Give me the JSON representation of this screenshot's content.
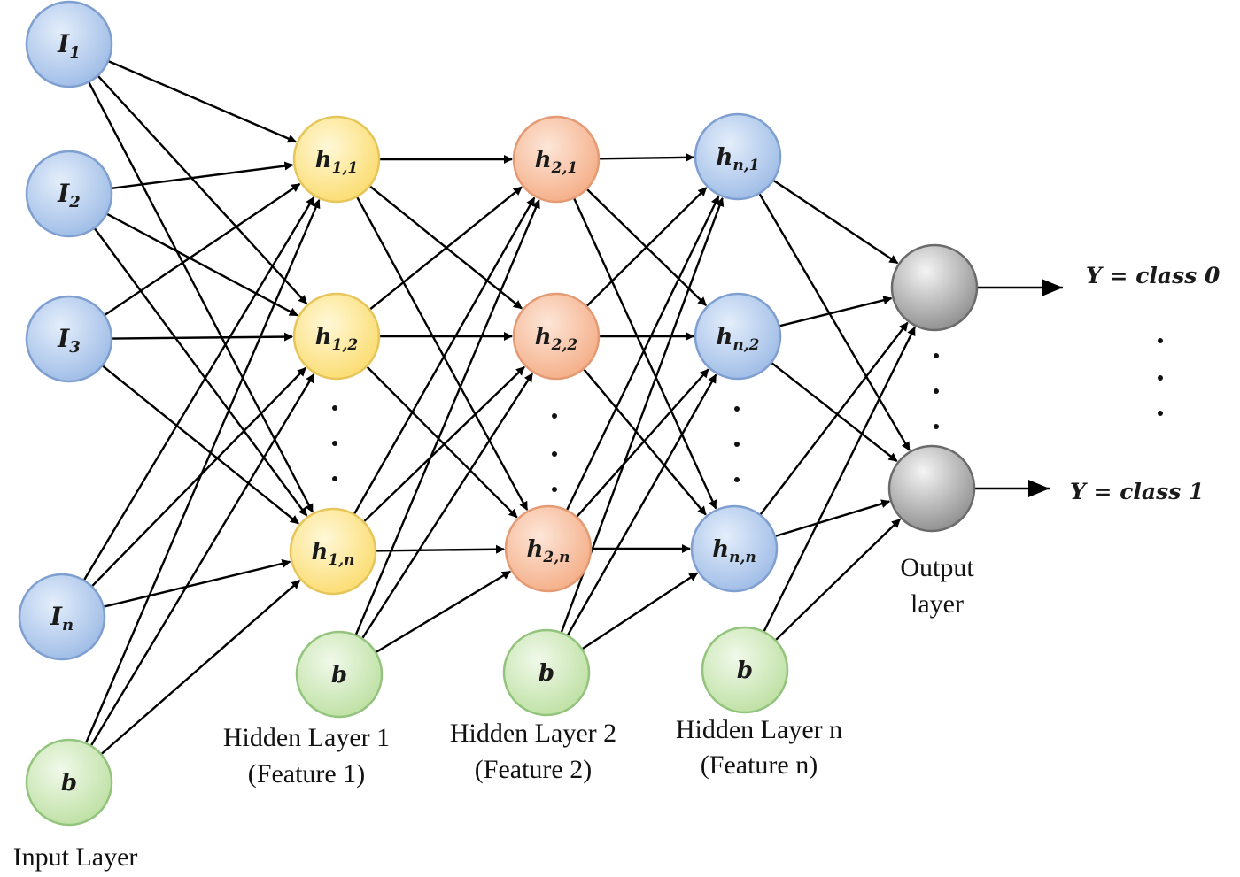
{
  "input_layer": {
    "label": "Input Layer",
    "nodes": [
      {
        "main": "I",
        "sub": "1"
      },
      {
        "main": "I",
        "sub": "2"
      },
      {
        "main": "I",
        "sub": "3"
      },
      {
        "main": "I",
        "sub": "n"
      }
    ],
    "bias": {
      "main": "b",
      "sub": ""
    }
  },
  "hidden_layers": [
    {
      "label_line1": "Hidden Layer 1",
      "label_line2": "(Feature 1)",
      "nodes": [
        {
          "main": "h",
          "sub": "1,1"
        },
        {
          "main": "h",
          "sub": "1,2"
        },
        {
          "main": "h",
          "sub": "1,n"
        }
      ],
      "bias": {
        "main": "b",
        "sub": ""
      }
    },
    {
      "label_line1": "Hidden Layer 2",
      "label_line2": "(Feature 2)",
      "nodes": [
        {
          "main": "h",
          "sub": "2,1"
        },
        {
          "main": "h",
          "sub": "2,2"
        },
        {
          "main": "h",
          "sub": "2,n"
        }
      ],
      "bias": {
        "main": "b",
        "sub": ""
      }
    },
    {
      "label_line1": "Hidden Layer n",
      "label_line2": "(Feature n)",
      "nodes": [
        {
          "main": "h",
          "sub": "n,1"
        },
        {
          "main": "h",
          "sub": "n,2"
        },
        {
          "main": "h",
          "sub": "n,n"
        }
      ],
      "bias": {
        "main": "b",
        "sub": ""
      }
    }
  ],
  "output_layer": {
    "label_line1": "Output",
    "label_line2": "layer",
    "nodes": 2
  },
  "outputs": [
    {
      "label": "Y = class 0"
    },
    {
      "label": "Y = class 1"
    }
  ],
  "colors": {
    "input_node": "#aec8ec",
    "input_stroke": "#7f9fd0",
    "bias_node": "#cfe8b8",
    "bias_stroke": "#93c47d",
    "hidden1_node": "#fde89a",
    "hidden1_stroke": "#e6c55a",
    "hidden2_node": "#f9c4a8",
    "hidden2_stroke": "#e49a72",
    "hiddenn_node": "#b3cdee",
    "hiddenn_stroke": "#7f9fd0",
    "output_node": "#a8a8a8",
    "output_stroke": "#6b6b6b",
    "edge": "#000000"
  }
}
